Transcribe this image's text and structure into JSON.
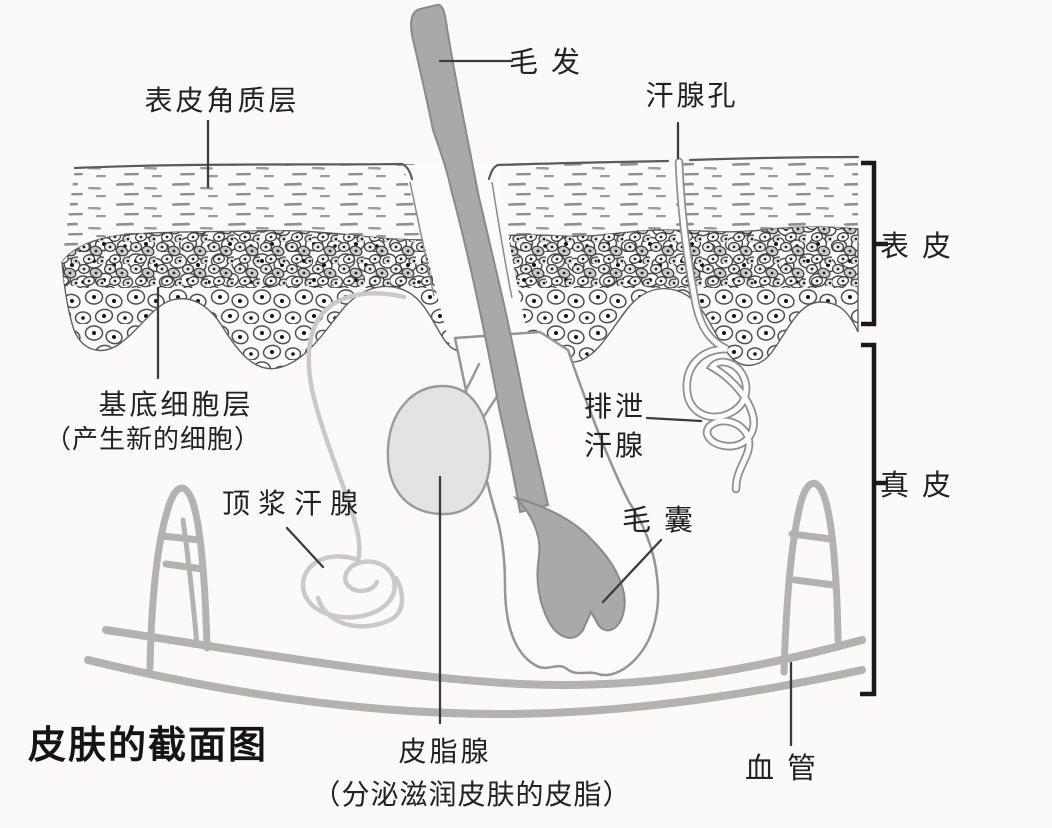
{
  "diagram": {
    "title": "皮肤的截面图",
    "labels": {
      "hair": "毛发",
      "stratum_corneum": "表皮角质层",
      "sweat_pore": "汗腺孔",
      "epidermis": "表皮",
      "dermis": "真皮",
      "basal_cell_layer": "基底细胞层",
      "basal_cell_layer_note": "（产生新的细胞）",
      "apocrine_sweat_gland": "顶浆汗腺",
      "excretory_sweat_gland_line1": "排泄",
      "excretory_sweat_gland_line2": "汗腺",
      "hair_follicle": "毛囊",
      "sebaceous_gland": "皮脂腺",
      "sebaceous_gland_note": "（分泌滋润皮肤的皮脂）",
      "blood_vessel": "血管"
    },
    "colors": {
      "background": "#fbfaf8",
      "ink": "#222222",
      "hair_fill": "#a9a9a9",
      "hair_stroke": "#8a8a8a",
      "gland_fill": "#e3e3e3",
      "light_tube": "#c9c9c9",
      "vessel": "#b2b2b2",
      "bracket": "#191919"
    }
  }
}
